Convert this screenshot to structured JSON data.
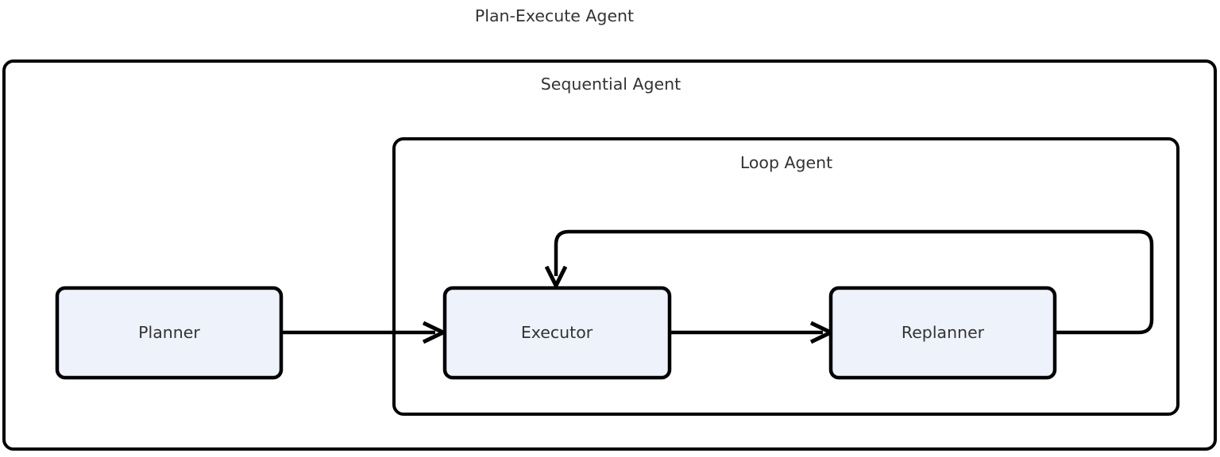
{
  "diagram": {
    "title": "Plan-Execute Agent",
    "type": "flowchart",
    "background_color": "#ffffff",
    "stroke_color": "#000000",
    "text_color": "#333333",
    "node_fill_color": "#eef2fb",
    "groups": [
      {
        "id": "sequential-agent",
        "label": "Sequential Agent",
        "contains": [
          "planner",
          "loop-agent"
        ]
      },
      {
        "id": "loop-agent",
        "label": "Loop Agent",
        "contains": [
          "executor",
          "replanner"
        ]
      }
    ],
    "nodes": [
      {
        "id": "planner",
        "label": "Planner"
      },
      {
        "id": "executor",
        "label": "Executor"
      },
      {
        "id": "replanner",
        "label": "Replanner"
      }
    ],
    "edges": [
      {
        "id": "planner-to-executor",
        "from": "planner",
        "to": "executor",
        "label": "",
        "style": "solid",
        "arrow": "end"
      },
      {
        "id": "executor-to-replanner",
        "from": "executor",
        "to": "replanner",
        "label": "",
        "style": "solid",
        "arrow": "end"
      },
      {
        "id": "replanner-to-executor",
        "from": "replanner",
        "to": "executor",
        "label": "",
        "style": "solid",
        "arrow": "end"
      }
    ]
  }
}
